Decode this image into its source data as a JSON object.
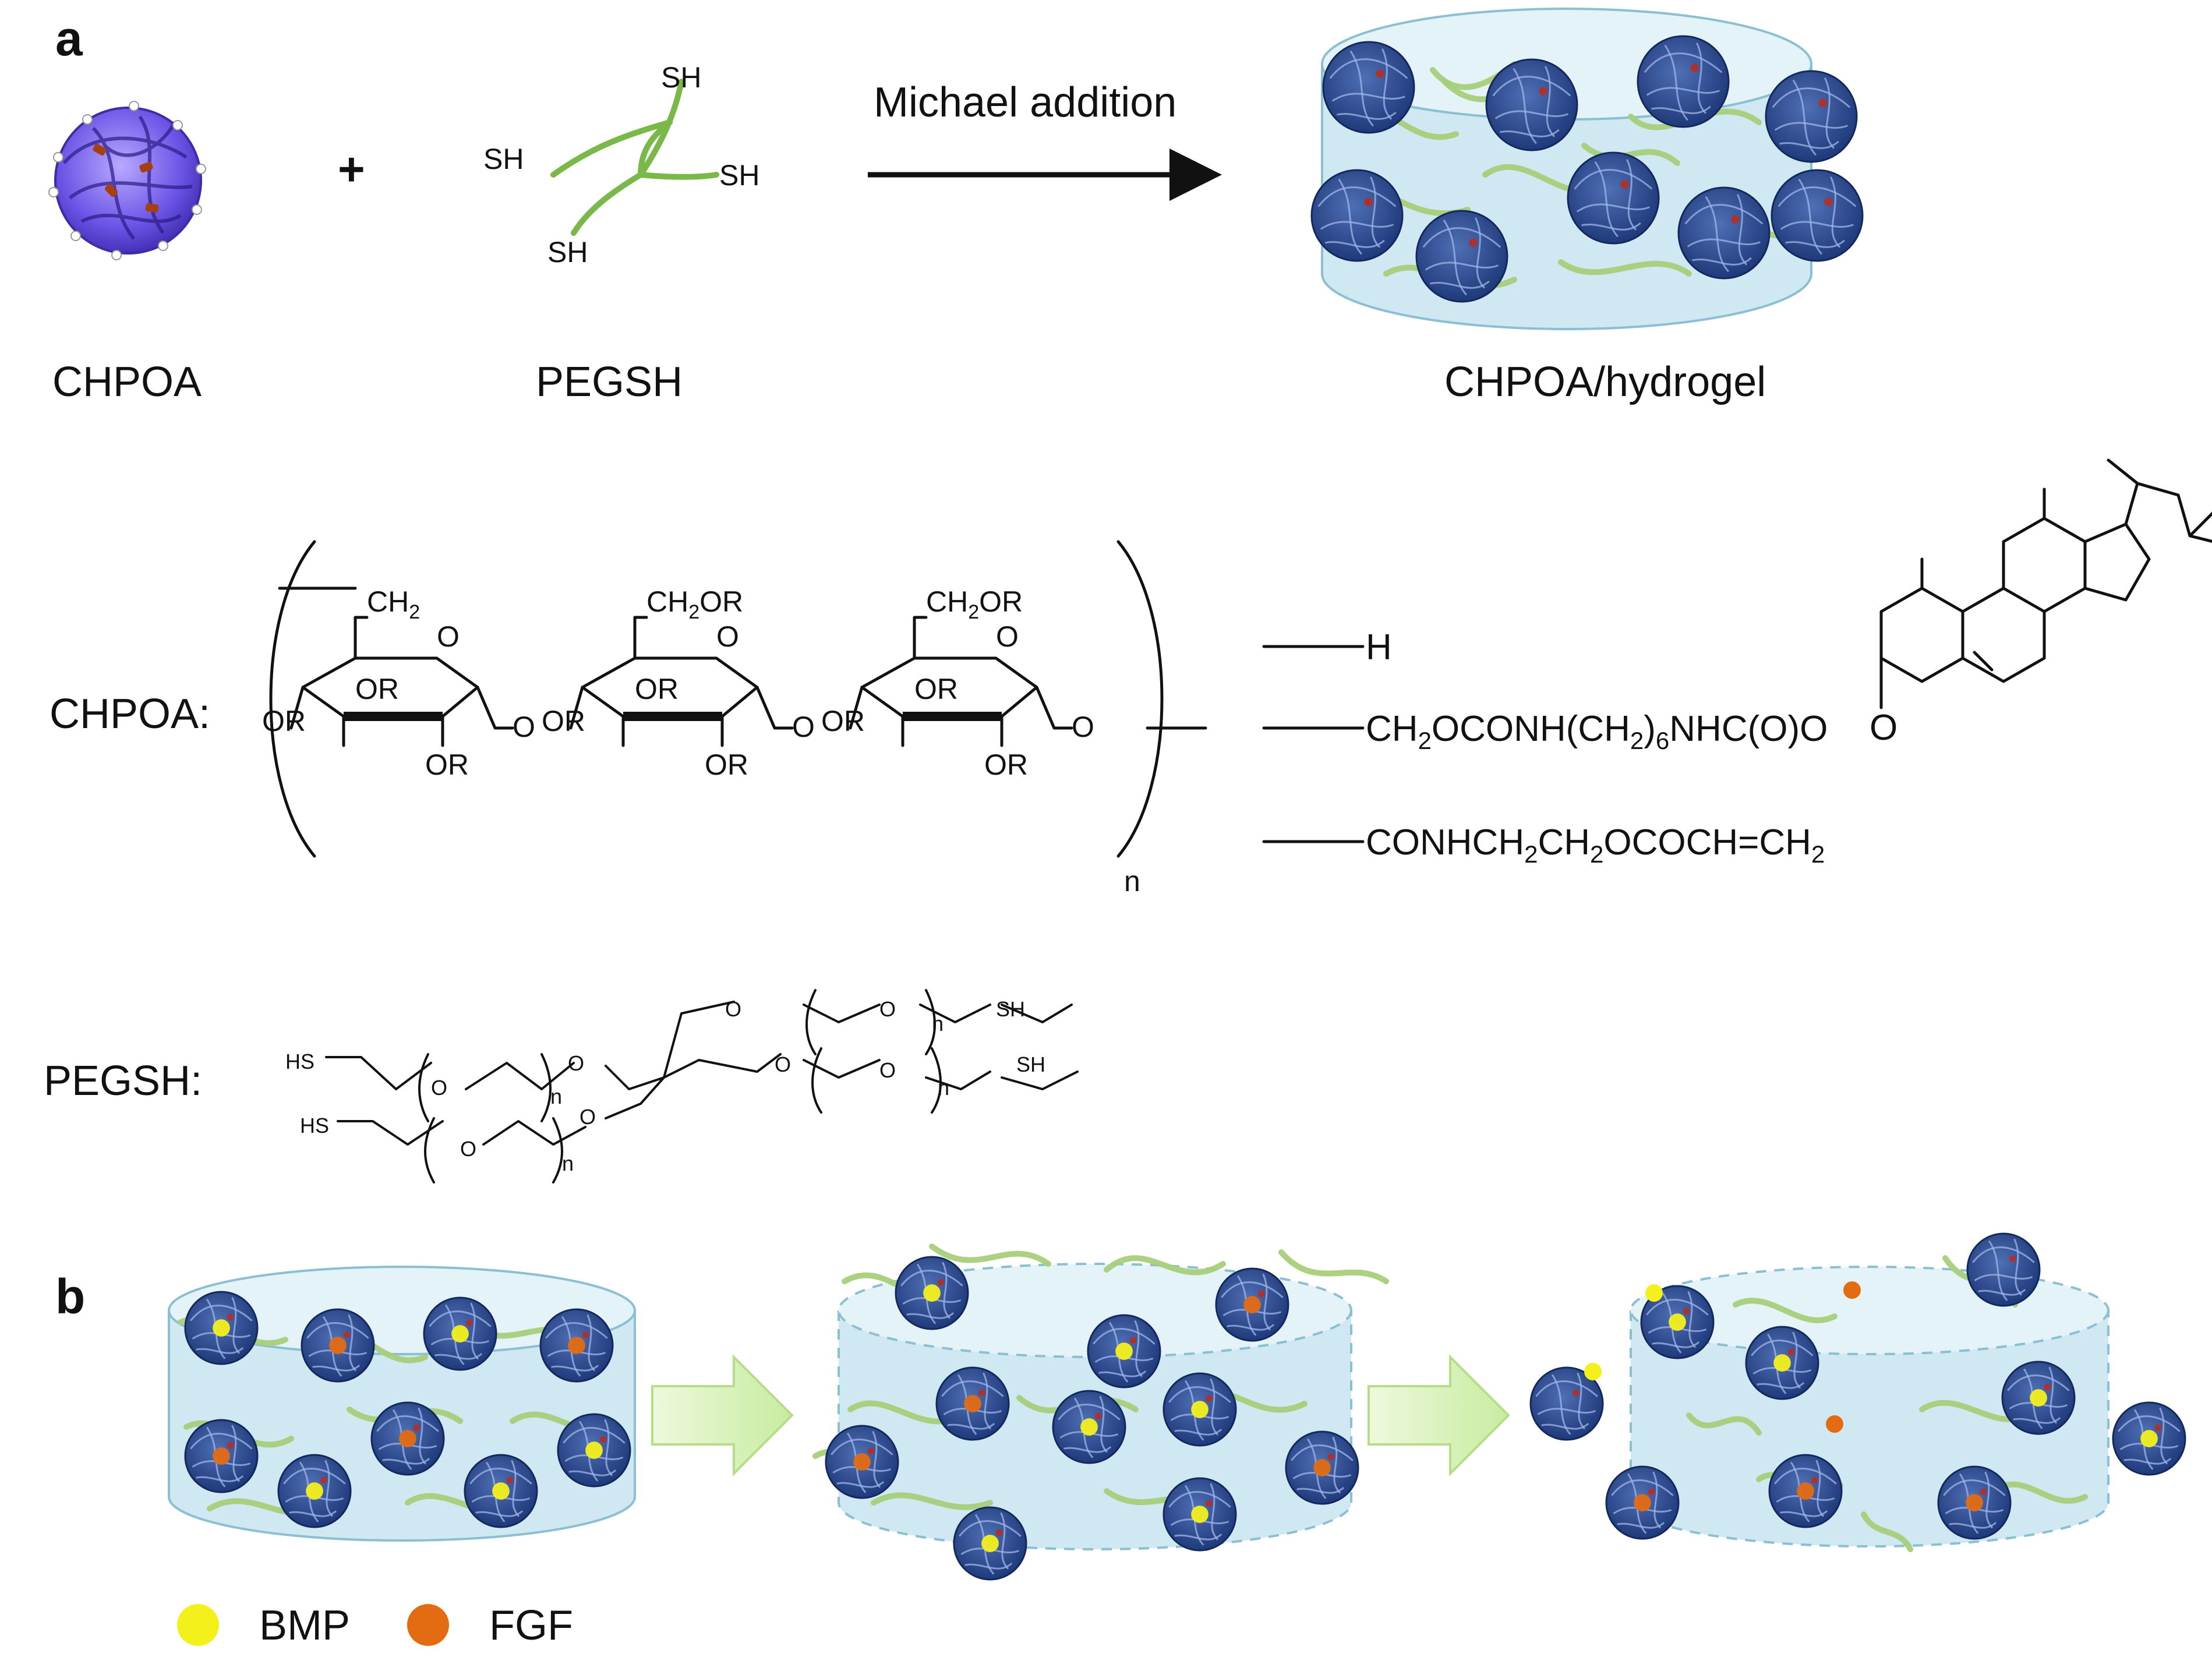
{
  "panel_a": {
    "label": "a",
    "plus": "+",
    "peg_sh": [
      "SH",
      "SH",
      "SH",
      "SH"
    ],
    "arrow_label": "Michael addition",
    "captions": {
      "chpoa": "CHPOA",
      "pegsh": "PEGSH",
      "hydrogel": "CHPOA/hydrogel"
    }
  },
  "chpoa_structure": {
    "name": "CHPOA:",
    "ring_labels": {
      "ch2": "CH",
      "ch2or": "CH",
      "or": "OR",
      "o": "O",
      "n": "n"
    },
    "substituents": [
      {
        "text": "H"
      },
      {
        "text": "CH2OCONH(CH2)6NHC(O)O"
      },
      {
        "text": "CONHCH2CH2OCOCH=CH2"
      }
    ]
  },
  "pegsh_structure": {
    "name": "PEGSH:",
    "hs": "HS",
    "sh": "SH",
    "o": "O",
    "n": "n"
  },
  "panel_b": {
    "label": "b",
    "legend": [
      {
        "name": "BMP",
        "color": "#f3f01c"
      },
      {
        "name": "FGF",
        "color": "#e36b12"
      }
    ]
  },
  "colors": {
    "nanogel": "#1f3a7a",
    "nanogel_light": "#4f6fb4",
    "peg_strand": "#a7cf7a",
    "hydrogel": "#cfe8f2",
    "arrow_fill": "#d8f2b8"
  },
  "icons": [
    "nanogel-icon",
    "hydrogel-disk-icon",
    "block-arrow-icon"
  ]
}
